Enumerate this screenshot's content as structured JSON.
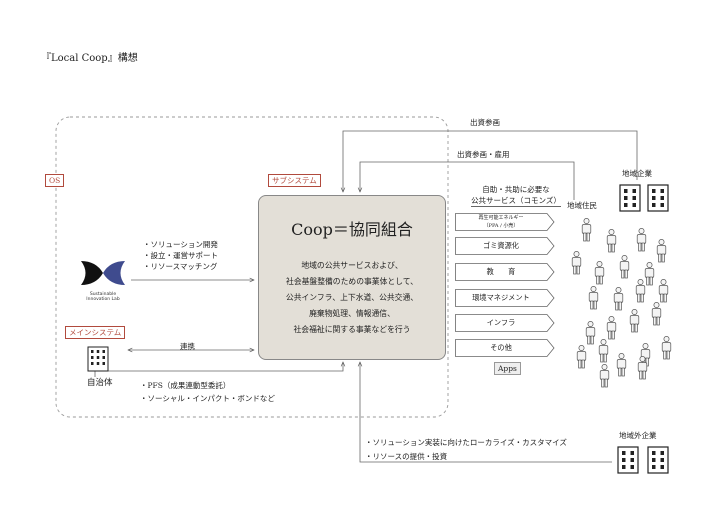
{
  "title": "『Local Coop』構想",
  "labels": {
    "os": "OS",
    "subsystem": "サブシステム",
    "main_system": "メインシステム"
  },
  "lab": {
    "logo_text_line1": "Sustainable",
    "logo_text_line2": "Innovation Lab",
    "bullets": [
      "・ソリューション開発",
      "・設立・運営サポート",
      "・リソースマッチング"
    ]
  },
  "municipality": {
    "label": "自治体",
    "link_label": "連携",
    "bullets": [
      "・PFS（成果連動型委託）",
      "・ソーシャル・インパクト・ボンドなど"
    ]
  },
  "coop": {
    "title": "Coop＝協同組合",
    "lines": [
      "地域の公共サービスおよび、",
      "社会基盤整備のための事業体として、",
      "公共インフラ、上下水道、公共交通、",
      "廃棄物処理、情報通信、",
      "社会福祉に関する事業などを行う"
    ]
  },
  "services": {
    "heading_line1": "自助・共助に必要な",
    "heading_line2": "公共サービス（コモンズ）",
    "items": [
      {
        "line1": "再生可能エネルギー",
        "line2": "（PPA / 小売）"
      },
      {
        "label": "ゴミ資源化"
      },
      {
        "label": "教　　育"
      },
      {
        "label": "環境マネジメント"
      },
      {
        "label": "インフラ"
      },
      {
        "label": "その他"
      }
    ],
    "apps_label": "Apps"
  },
  "residents": {
    "label": "地域住民"
  },
  "local_companies": {
    "label": "地域企業",
    "invest_label": "出資参画",
    "invest_employ_label": "出資参画・雇用"
  },
  "outside_companies": {
    "label": "地域外企業",
    "bullets": [
      "・ソリューション実装に向けたローカライズ・カスタマイズ",
      "・リソースの提供・投資"
    ]
  },
  "colors": {
    "accent_red": "#b14a3d",
    "coop_fill": "#e3dfd7",
    "person_fill": "#f4f4f4",
    "logo_blue": "#3f4b8e"
  }
}
